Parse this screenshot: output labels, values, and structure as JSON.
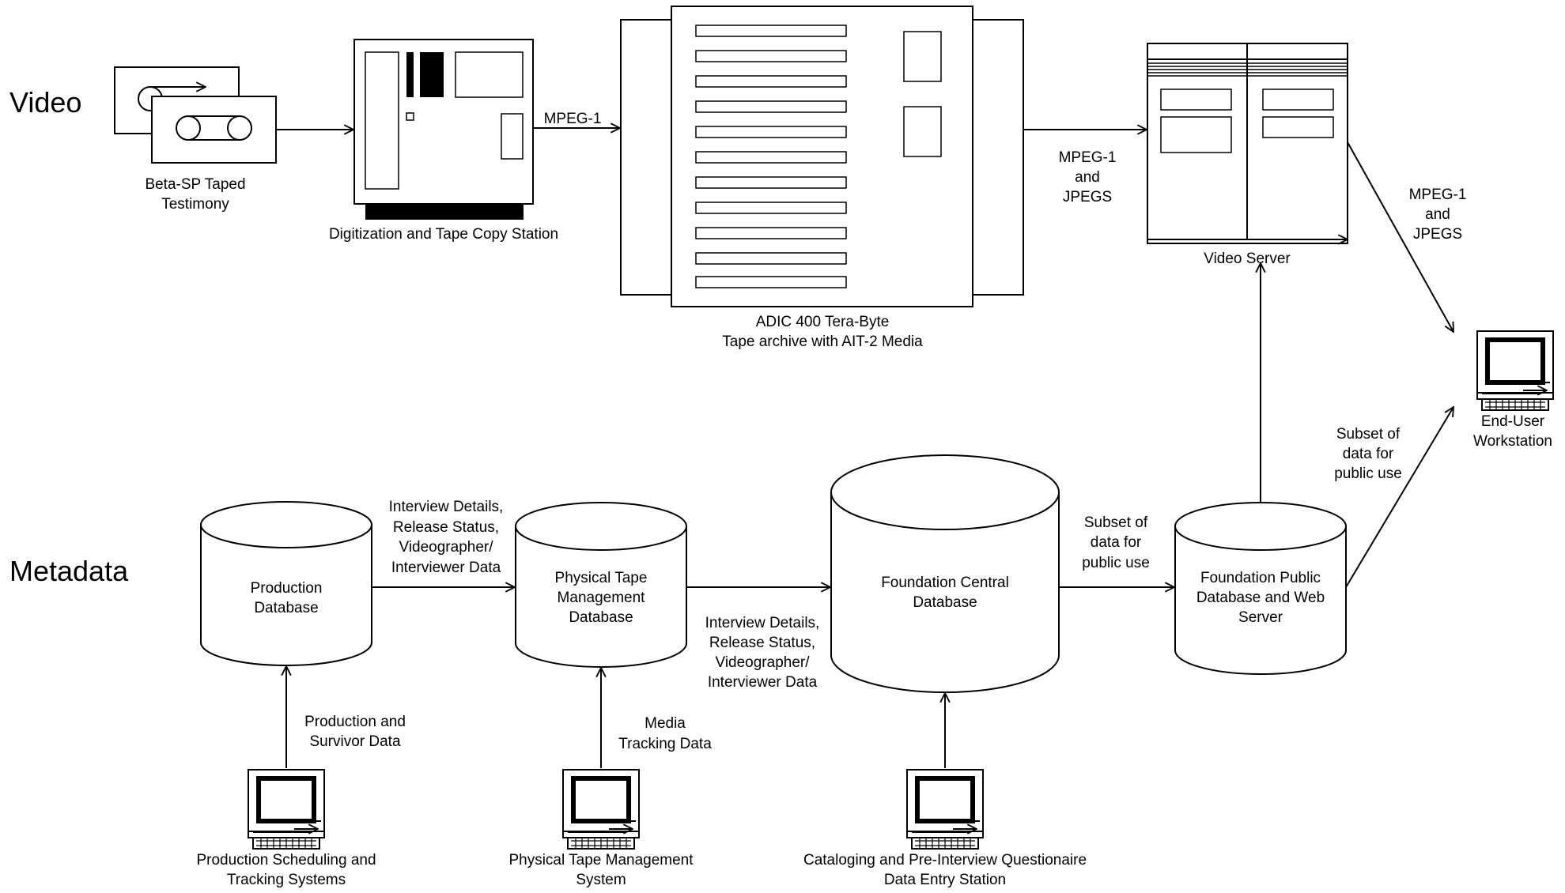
{
  "lanes": {
    "video": "Video",
    "metadata": "Metadata"
  },
  "nodes": {
    "beta_sp": [
      "Beta-SP Taped",
      "Testimony"
    ],
    "digitization": [
      "Digitization and Tape Copy Station"
    ],
    "adic": [
      "ADIC 400 Tera-Byte",
      "Tape archive with AIT-2 Media"
    ],
    "video_server": [
      "Video Server"
    ],
    "end_user": [
      "End-User",
      "Workstation"
    ],
    "production_db": [
      "Production",
      "Database"
    ],
    "physical_tape_db": [
      "Physical Tape",
      "Management",
      "Database"
    ],
    "foundation_central": [
      "Foundation Central",
      "Database"
    ],
    "foundation_public": [
      "Foundation Public",
      "Database and Web",
      "Server"
    ],
    "prod_sched": [
      "Production Scheduling and",
      "Tracking Systems"
    ],
    "physical_tape_system": [
      "Physical Tape Management",
      "System"
    ],
    "cataloging": [
      "Cataloging and Pre-Interview Questionaire",
      "Data Entry Station"
    ]
  },
  "edges": {
    "mpeg_digitization": [
      "MPEG-1"
    ],
    "mpeg_jpegs_archive": [
      "MPEG-1",
      "and",
      "JPEGS"
    ],
    "mpeg_jpegs_enduser": [
      "MPEG-1",
      "and",
      "JPEGS"
    ],
    "interview_details_1": [
      "Interview Details,",
      "Release Status,",
      "Videographer/",
      "Interviewer Data"
    ],
    "interview_details_2": [
      "Interview Details,",
      "Release Status,",
      "Videographer/",
      "Interviewer Data"
    ],
    "subset_central": [
      "Subset of",
      "data for",
      "public use"
    ],
    "subset_public": [
      "Subset of",
      "data for",
      "public use"
    ],
    "production_survivor": [
      "Production and",
      "Survivor Data"
    ],
    "media_tracking": [
      "Media",
      "Tracking Data"
    ]
  }
}
